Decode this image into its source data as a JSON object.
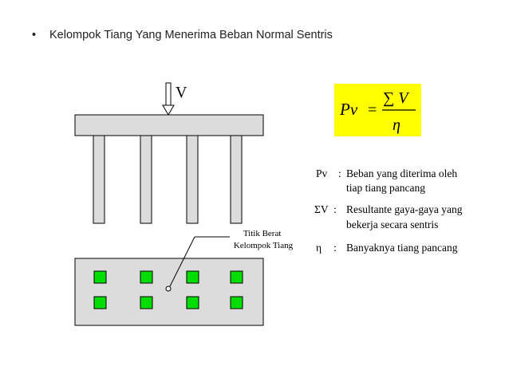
{
  "slide": {
    "bullet": "•",
    "title": "Kelompok Tiang Yang Menerima Beban Normal Sentris"
  },
  "diagram": {
    "load_label": "V",
    "centroid_label": [
      "Titik Berat",
      "Kelompok Tiang"
    ],
    "pile_count_top_view": 8
  },
  "formula": {
    "lhs": "Pv",
    "equals": "=",
    "numerator": "∑ V",
    "denominator": "η",
    "background": "#ffff00"
  },
  "definitions": [
    {
      "symbol": "Pv",
      "colon": ":",
      "lines": [
        "Beban yang diterima oleh",
        "tiap tiang pancang"
      ]
    },
    {
      "symbol": "ΣV",
      "colon": ":",
      "lines": [
        "Resultante gaya-gaya yang",
        "bekerja secara sentris"
      ]
    },
    {
      "symbol": "η",
      "colon": ":",
      "lines": [
        "Banyaknya tiang pancang"
      ]
    }
  ],
  "colors": {
    "cap_fill": "#dcdcdc",
    "pile_green": "#00dd00"
  }
}
